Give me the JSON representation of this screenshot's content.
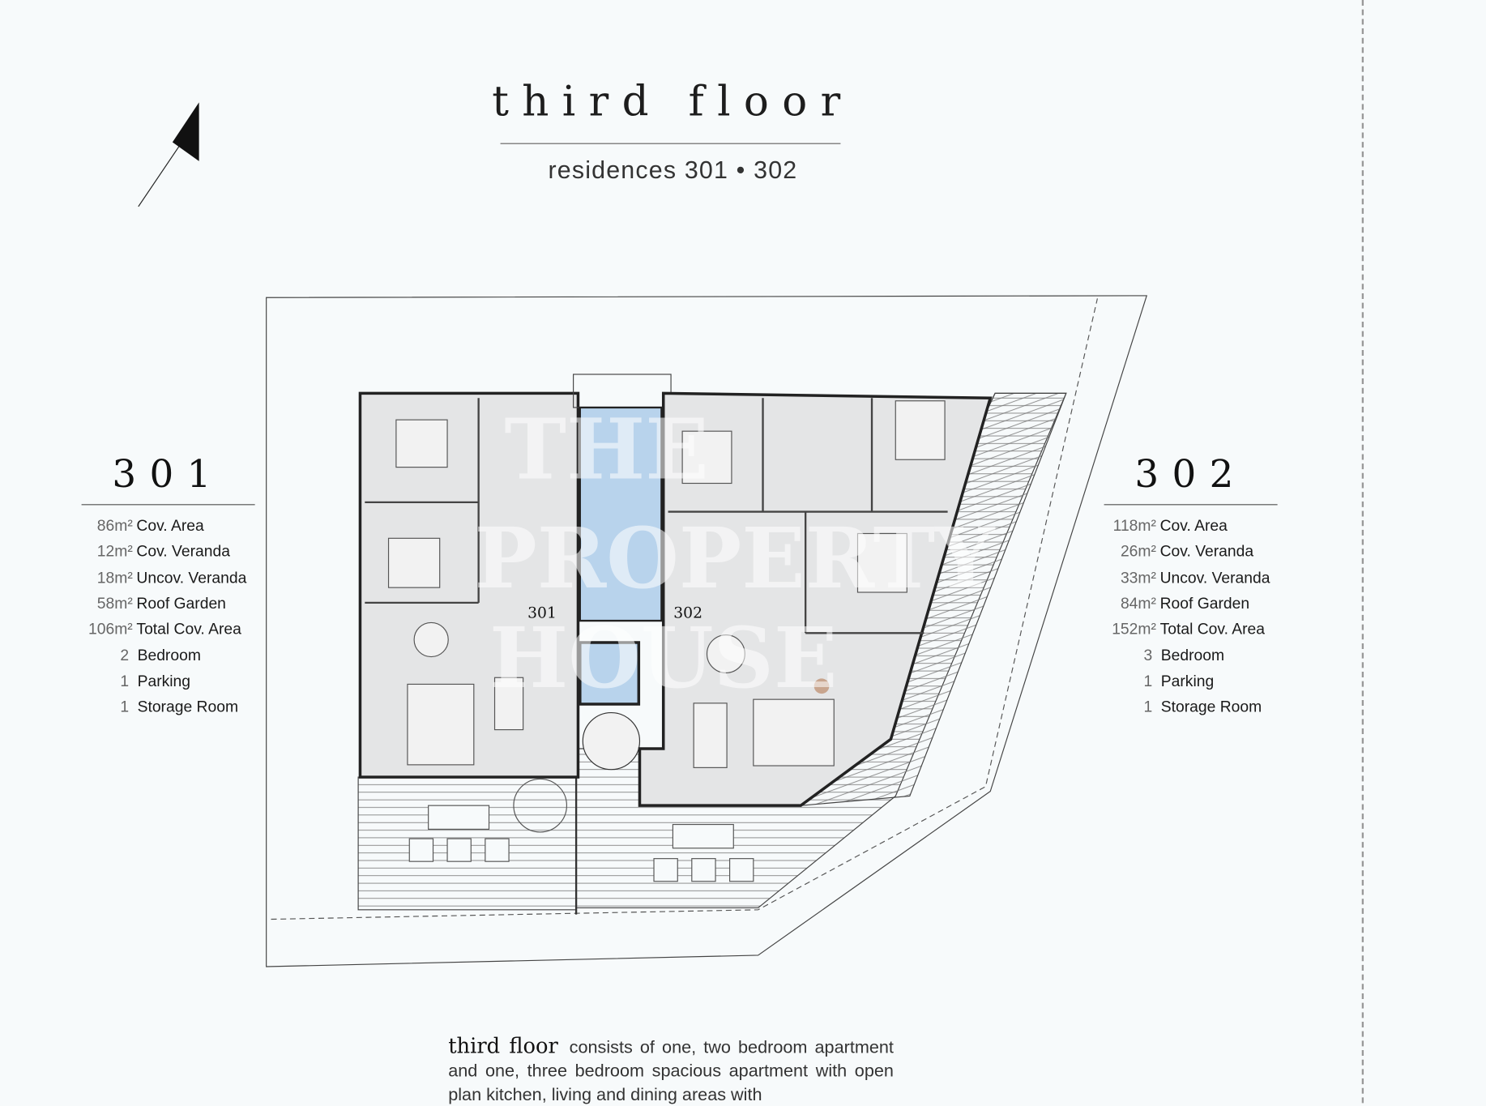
{
  "header": {
    "title": "third floor",
    "subtitle": "residences 301 • 302"
  },
  "units": [
    {
      "number": "301",
      "stats": [
        {
          "value": "86m²",
          "label": "Cov. Area"
        },
        {
          "value": "12m²",
          "label": "Cov. Veranda"
        },
        {
          "value": "18m²",
          "label": "Uncov. Veranda"
        },
        {
          "value": "58m²",
          "label": "Roof Garden"
        },
        {
          "value": "106m²",
          "label": "Total Cov. Area"
        },
        {
          "value": "2",
          "label": "Bedroom"
        },
        {
          "value": "1",
          "label": "Parking"
        },
        {
          "value": "1",
          "label": "Storage Room"
        }
      ]
    },
    {
      "number": "302",
      "stats": [
        {
          "value": "118m²",
          "label": "Cov. Area"
        },
        {
          "value": "26m²",
          "label": "Cov. Veranda"
        },
        {
          "value": "33m²",
          "label": "Uncov. Veranda"
        },
        {
          "value": "84m²",
          "label": "Roof Garden"
        },
        {
          "value": "152m²",
          "label": "Total Cov. Area"
        },
        {
          "value": "3",
          "label": "Bedroom"
        },
        {
          "value": "1",
          "label": "Parking"
        },
        {
          "value": "1",
          "label": "Storage Room"
        }
      ]
    }
  ],
  "plan": {
    "label_301": "301",
    "label_302": "302",
    "watermark": [
      "THE",
      "PROPERTY",
      "HOUSE"
    ]
  },
  "description": {
    "lead": "third floor",
    "text": "consists of one, two bedroom apartment and one, three bedroom spacious apartment with open plan kitchen, living and dining areas with"
  },
  "colors": {
    "background": "#f7fafb",
    "interior": "#e4e5e6",
    "stair_core": "#b8d3ec"
  }
}
